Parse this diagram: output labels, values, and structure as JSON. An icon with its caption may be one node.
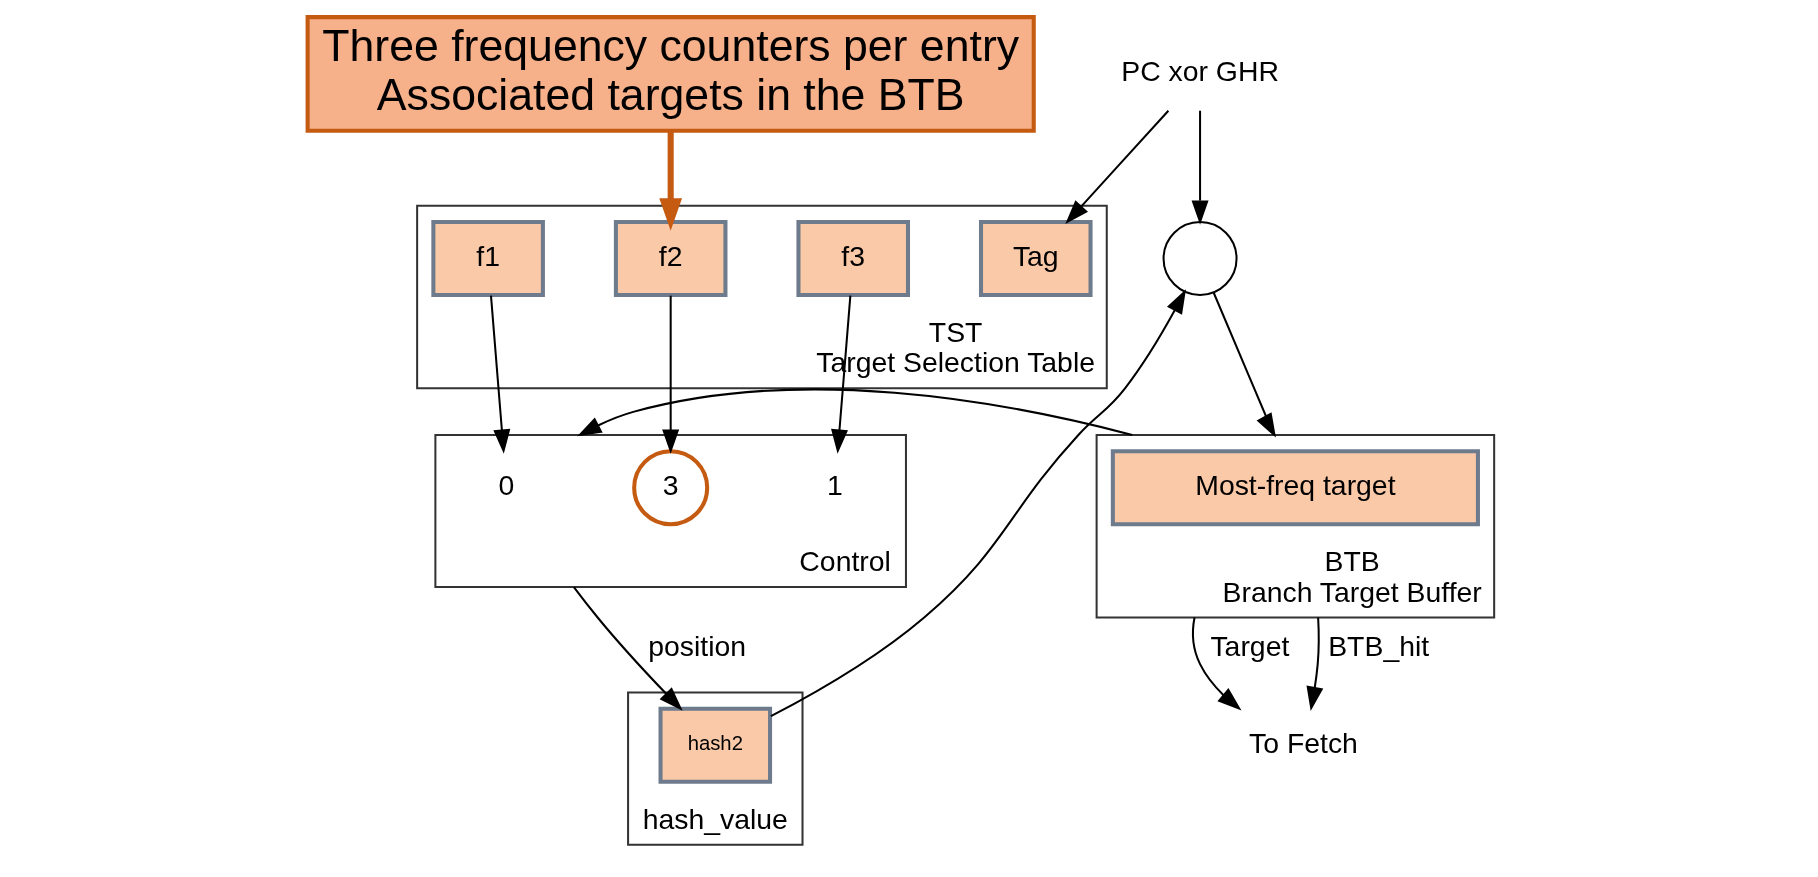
{
  "diagram": {
    "nodes": [
      {
        "text": [
          "Three frequency counters per entry",
          "Associated targets in the BTB"
        ]
      },
      {
        "text": [
          "TST",
          "Target Selection Table"
        ]
      },
      {
        "text": [
          "Tag"
        ],
        "in": 1
      },
      {
        "text": [
          "f1"
        ],
        "in": 1
      },
      {
        "text": [
          "f2"
        ],
        "in": 1
      },
      {
        "text": [
          "f3"
        ],
        "in": 1
      },
      {
        "text": [
          "Control"
        ]
      },
      {
        "text": [
          "0"
        ],
        "in": 6
      },
      {
        "text": [
          "3"
        ],
        "in": 6
      },
      {
        "text": [
          "1"
        ],
        "in": 6
      },
      {
        "text": [
          "hash_value"
        ]
      },
      {
        "text": [
          "hash2"
        ],
        "in": 10
      },
      {
        "text": [],
        "shape": "circle"
      },
      {
        "text": [
          "BTB",
          "Branch Target Buffer"
        ]
      },
      {
        "text": [
          "Most-freq target"
        ],
        "in": 13
      },
      {
        "text": [
          "PC xor GHR"
        ]
      },
      {
        "text": [
          "To Fetch"
        ]
      }
    ],
    "edges": [
      {
        "from": 0,
        "to": 4,
        "arrow": "to",
        "color": "#c55a11",
        "style": "thick"
      },
      {
        "from": 15,
        "to": 2,
        "arrow": "to"
      },
      {
        "from": 15,
        "to": 12,
        "arrow": "to"
      },
      {
        "from": 3,
        "to": 7,
        "arrow": "to"
      },
      {
        "from": 4,
        "to": 8,
        "arrow": "to"
      },
      {
        "from": 5,
        "to": 9,
        "arrow": "to"
      },
      {
        "from": 6,
        "to": 11,
        "arrow": "to",
        "label": "position"
      },
      {
        "from": 11,
        "to": 12,
        "arrow": "to"
      },
      {
        "from": 12,
        "to": 13,
        "arrow": "to"
      },
      {
        "from": 13,
        "to": 16,
        "arrow": "to",
        "label": "Target"
      },
      {
        "from": 13,
        "to": 16,
        "arrow": "to",
        "label": "BTB_hit"
      },
      {
        "from": 13,
        "to": 6,
        "arrow": "to"
      }
    ]
  }
}
